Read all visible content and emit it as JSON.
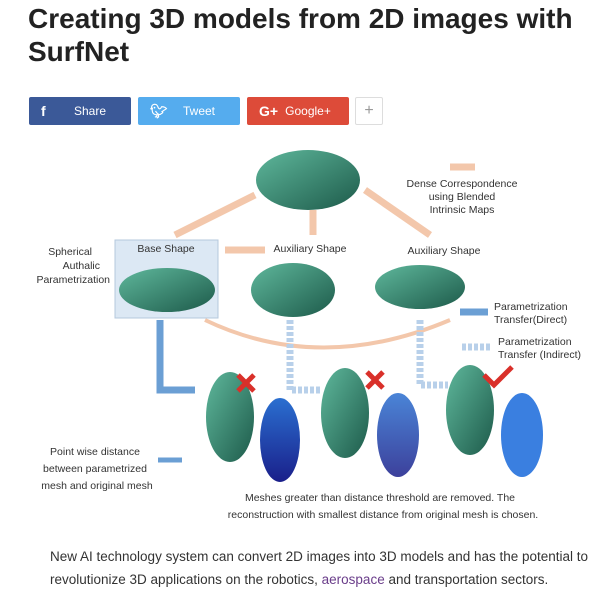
{
  "title": "Creating 3D models from 2D images with SurfNet",
  "share": {
    "facebook": "Share",
    "twitter": "Tweet",
    "google": "Google+",
    "google_icon": "G+",
    "more": "+"
  },
  "diagram": {
    "dense": [
      "Dense Correspondence",
      "using Blended",
      "Intrinsic Maps"
    ],
    "spherical": [
      "Spherical",
      "Authalic",
      "Parametrization"
    ],
    "base": "Base Shape",
    "aux1": "Auxiliary Shape",
    "aux2": "Auxiliary Shape",
    "direct": [
      "Parametrization",
      "Transfer(Direct)"
    ],
    "indirect": [
      "Parametrization",
      "Transfer (Indirect)"
    ],
    "pointwise": [
      "Point wise distance",
      "between parametrized",
      "mesh and original mesh"
    ],
    "caption": [
      "Meshes greater than distance threshold are removed. The",
      "reconstruction with smallest distance from original mesh is chosen."
    ]
  },
  "article": {
    "text_before": "New AI technology system can convert 2D images into 3D models and has the potential to revolutionize 3D applications on the robotics, ",
    "link": "aerospace",
    "text_after": " and transportation sectors."
  },
  "colors": {
    "facebook": "#3b5998",
    "twitter": "#55acee",
    "google": "#dd4b39",
    "mesh": "#2f7f68"
  }
}
